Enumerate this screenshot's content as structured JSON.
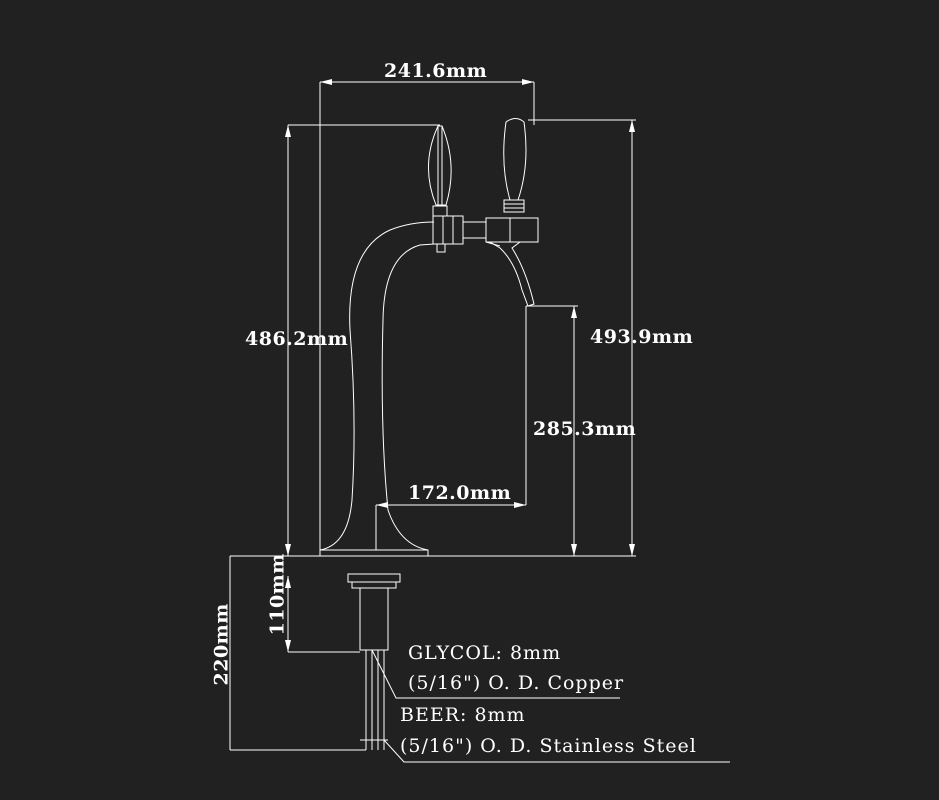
{
  "colors": {
    "background": "#212121",
    "line": "#ffffff"
  },
  "dimensions": {
    "top_width": "241.6mm",
    "left_height": "486.2mm",
    "right_height": "493.9mm",
    "spout_height": "285.3mm",
    "base_to_spout": "172.0mm",
    "shank_short": "110mm",
    "shank_long": "220mm"
  },
  "notes": {
    "glycol_title": "GLYCOL: 8mm",
    "glycol_spec": "(5/16\") O. D. Copper",
    "beer_title": "BEER: 8mm",
    "beer_spec": "(5/16\") O. D. Stainless Steel"
  }
}
